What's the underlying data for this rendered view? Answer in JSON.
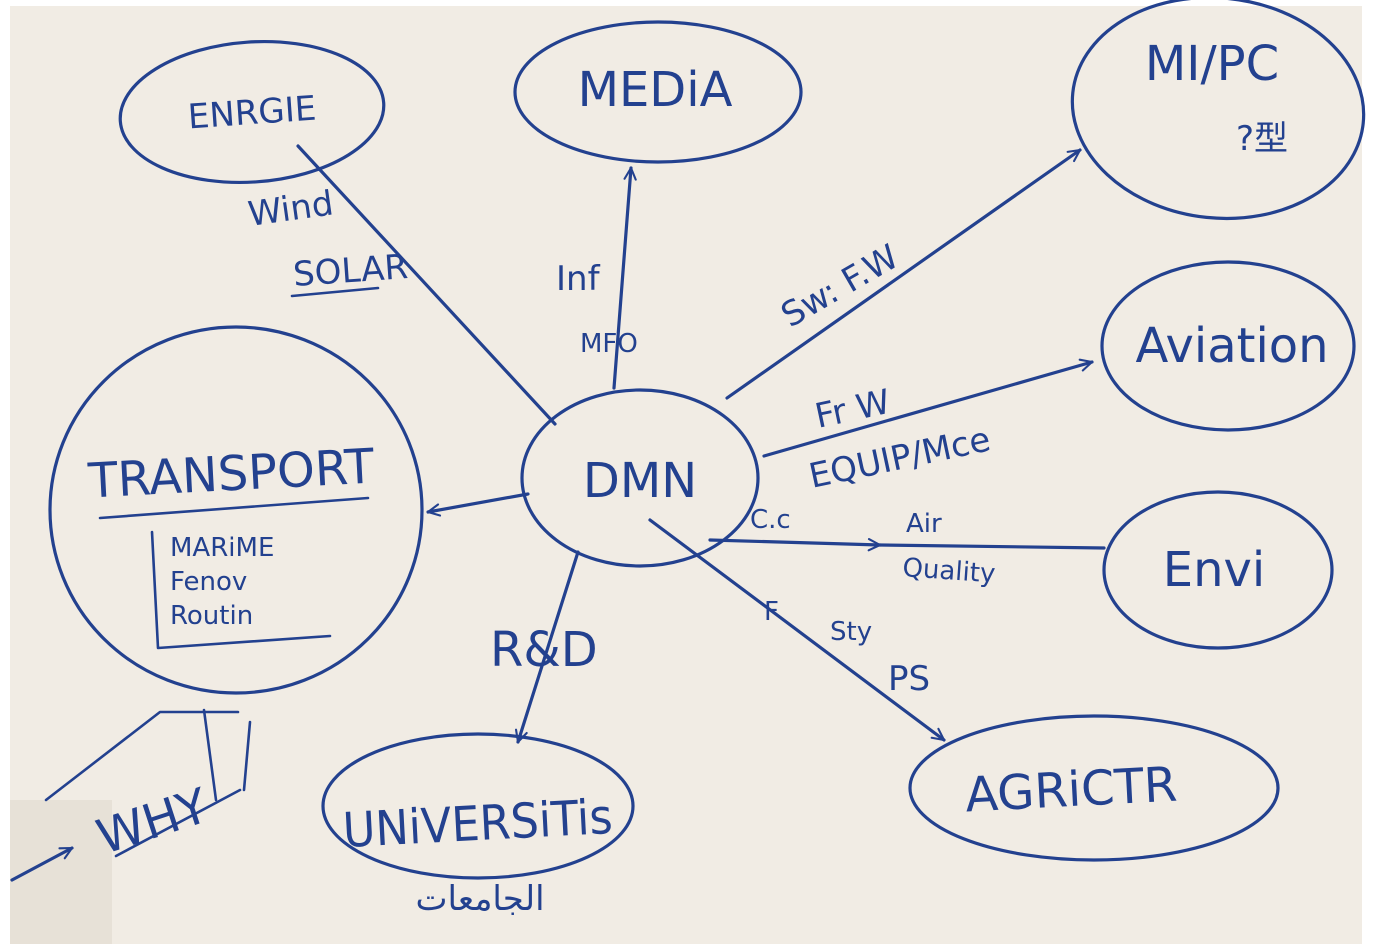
{
  "diagram": {
    "center": "DMN",
    "nodes": {
      "energie": "ENRGIE",
      "media": "MEDiA",
      "mipc_line1": "MI/PC",
      "mipc_line2": "?型",
      "aviation": "Aviation",
      "transport_title": "TRANSPORT",
      "transport_items": [
        "MARiME",
        "Fenov",
        "Routin"
      ],
      "envi": "Envi",
      "agrictr": "AGRiCTR",
      "universities": "UNiVERSiTis",
      "universities_arabic": "الجامعات",
      "why": "WHY"
    },
    "edge_labels": {
      "energie_1": "Wind",
      "energie_2": "SOLAR",
      "media_1": "Inf",
      "media_2": "MFO",
      "mipc": "Sw: F.W",
      "aviation_1": "Fr W",
      "aviation_2": "EQUIP/Mce",
      "envi_1": "C.c",
      "envi_2": "Air",
      "envi_3": "Quality",
      "agrictr_1": "F",
      "agrictr_2": "Sty",
      "agrictr_3": "PS",
      "universities": "R&D"
    },
    "colors": {
      "ink": "#23418f",
      "paper": "#f1ece4"
    }
  }
}
